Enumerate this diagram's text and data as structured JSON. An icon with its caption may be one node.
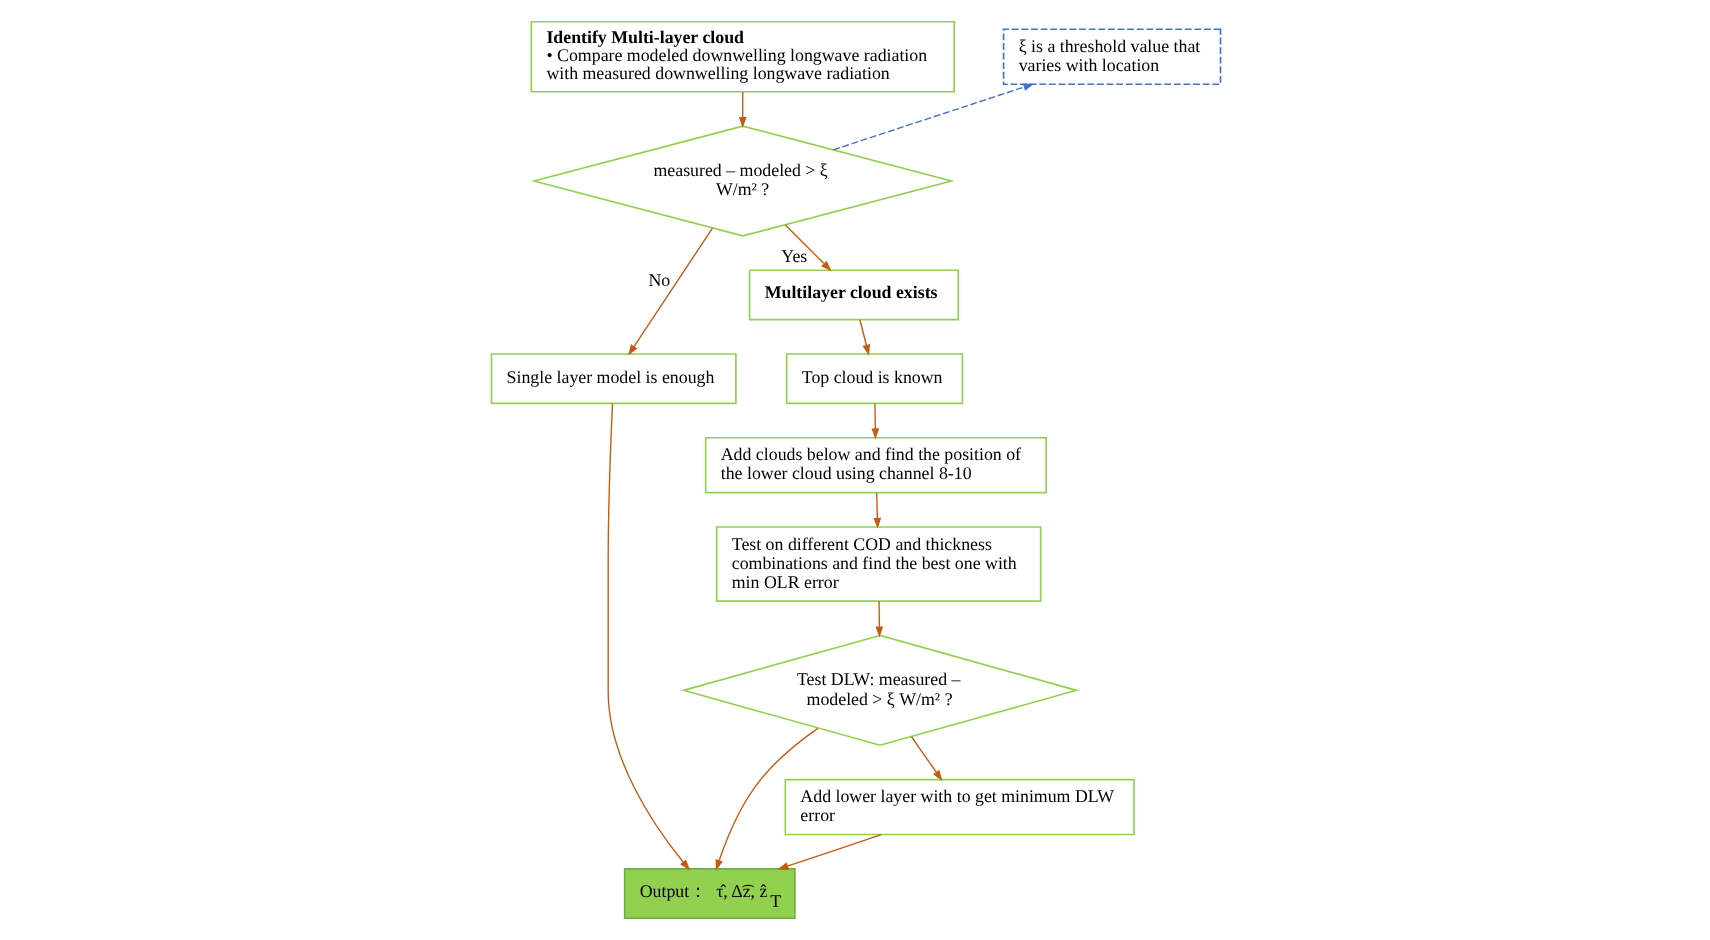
{
  "diagram": {
    "nodes": [
      {
        "text": [
          "Identify Multi-layer cloud",
          "• Compare modeled downwelling longwave radiation with measured downwelling longwave radiation"
        ]
      },
      {
        "text": [
          "measured – modeled > ξ W/m² ?"
        ]
      },
      {
        "text": [
          "ξ is a threshold value that varies with location"
        ]
      },
      {
        "text": [
          "Single layer model is enough"
        ]
      },
      {
        "text": [
          "Output：  τ̂, Δ͡z, ẑ$_{T}$"
        ]
      },
      {
        "text": [
          "Multilayer cloud exists"
        ]
      },
      {
        "text": [
          "Top cloud is known"
        ]
      },
      {
        "text": [
          "Add clouds below and find the position of the lower cloud using channel 8-10"
        ]
      },
      {
        "text": [
          "Test on different COD and thickness combinations and find the best one with min OLR error"
        ]
      },
      {
        "text": [
          "Test DLW: measured – modeled > ξ W/m² ?"
        ]
      },
      {
        "text": [
          "Add lower layer with to get minimum DLW error"
        ]
      }
    ],
    "edges": [
      {
        "from": 0,
        "to": 1,
        "arrow": "to"
      },
      {
        "from": 1,
        "to": 5,
        "arrow": "to",
        "label": "Yes"
      },
      {
        "from": 1,
        "to": 3,
        "arrow": "to",
        "label": "No"
      },
      {
        "from": 1,
        "to": 2,
        "arrow": "to",
        "style": "dashed",
        "color": "#4472c4"
      },
      {
        "from": 3,
        "to": 4,
        "arrow": "to"
      },
      {
        "from": 5,
        "to": 6,
        "arrow": "to"
      },
      {
        "from": 6,
        "to": 7,
        "arrow": "to"
      },
      {
        "from": 7,
        "to": 8,
        "arrow": "to"
      },
      {
        "from": 8,
        "to": 9,
        "arrow": "to"
      },
      {
        "from": 9,
        "to": 10,
        "arrow": "to"
      },
      {
        "from": 9,
        "to": 4,
        "arrow": "to"
      },
      {
        "from": 10,
        "to": 4,
        "arrow": "to"
      }
    ]
  }
}
